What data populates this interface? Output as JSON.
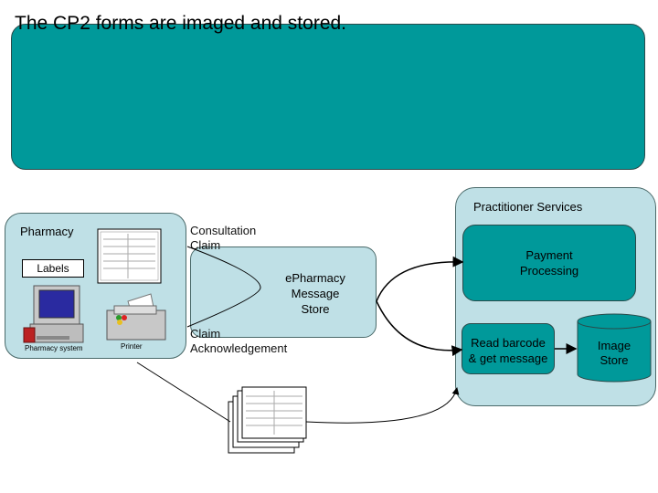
{
  "banner": {
    "text": "The CP2 forms are imaged and stored."
  },
  "practitioner_services": {
    "title": "Practitioner Services",
    "payment_processing": [
      "Payment",
      "Processing"
    ],
    "read_barcode": [
      "Read barcode",
      "& get message"
    ],
    "image_store": [
      "Image",
      "Store"
    ]
  },
  "pharmacy": {
    "title": "Pharmacy",
    "labels": "Labels",
    "pharmacy_system": "Pharmacy system",
    "printer": "Printer"
  },
  "epharmacy": [
    "ePharmacy",
    "Message",
    "Store"
  ],
  "consultation_claim": [
    "Consultation",
    "Claim"
  ],
  "claim_acknowledgement": [
    "Claim",
    "Acknowledgement"
  ],
  "colors": {
    "teal": "#00999a",
    "light_blue": "#bfe0e6"
  }
}
